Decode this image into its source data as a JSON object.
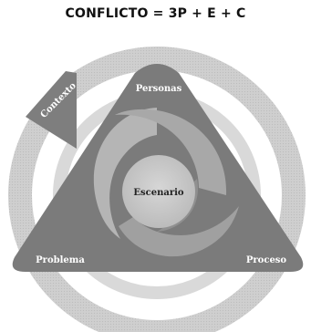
{
  "diagram": {
    "title": "CONFLICTO = 3P + E + C",
    "labels": {
      "context": "Contexto",
      "people": "Personas",
      "center": "Escenario",
      "problem": "Problema",
      "process": "Proceso"
    }
  }
}
